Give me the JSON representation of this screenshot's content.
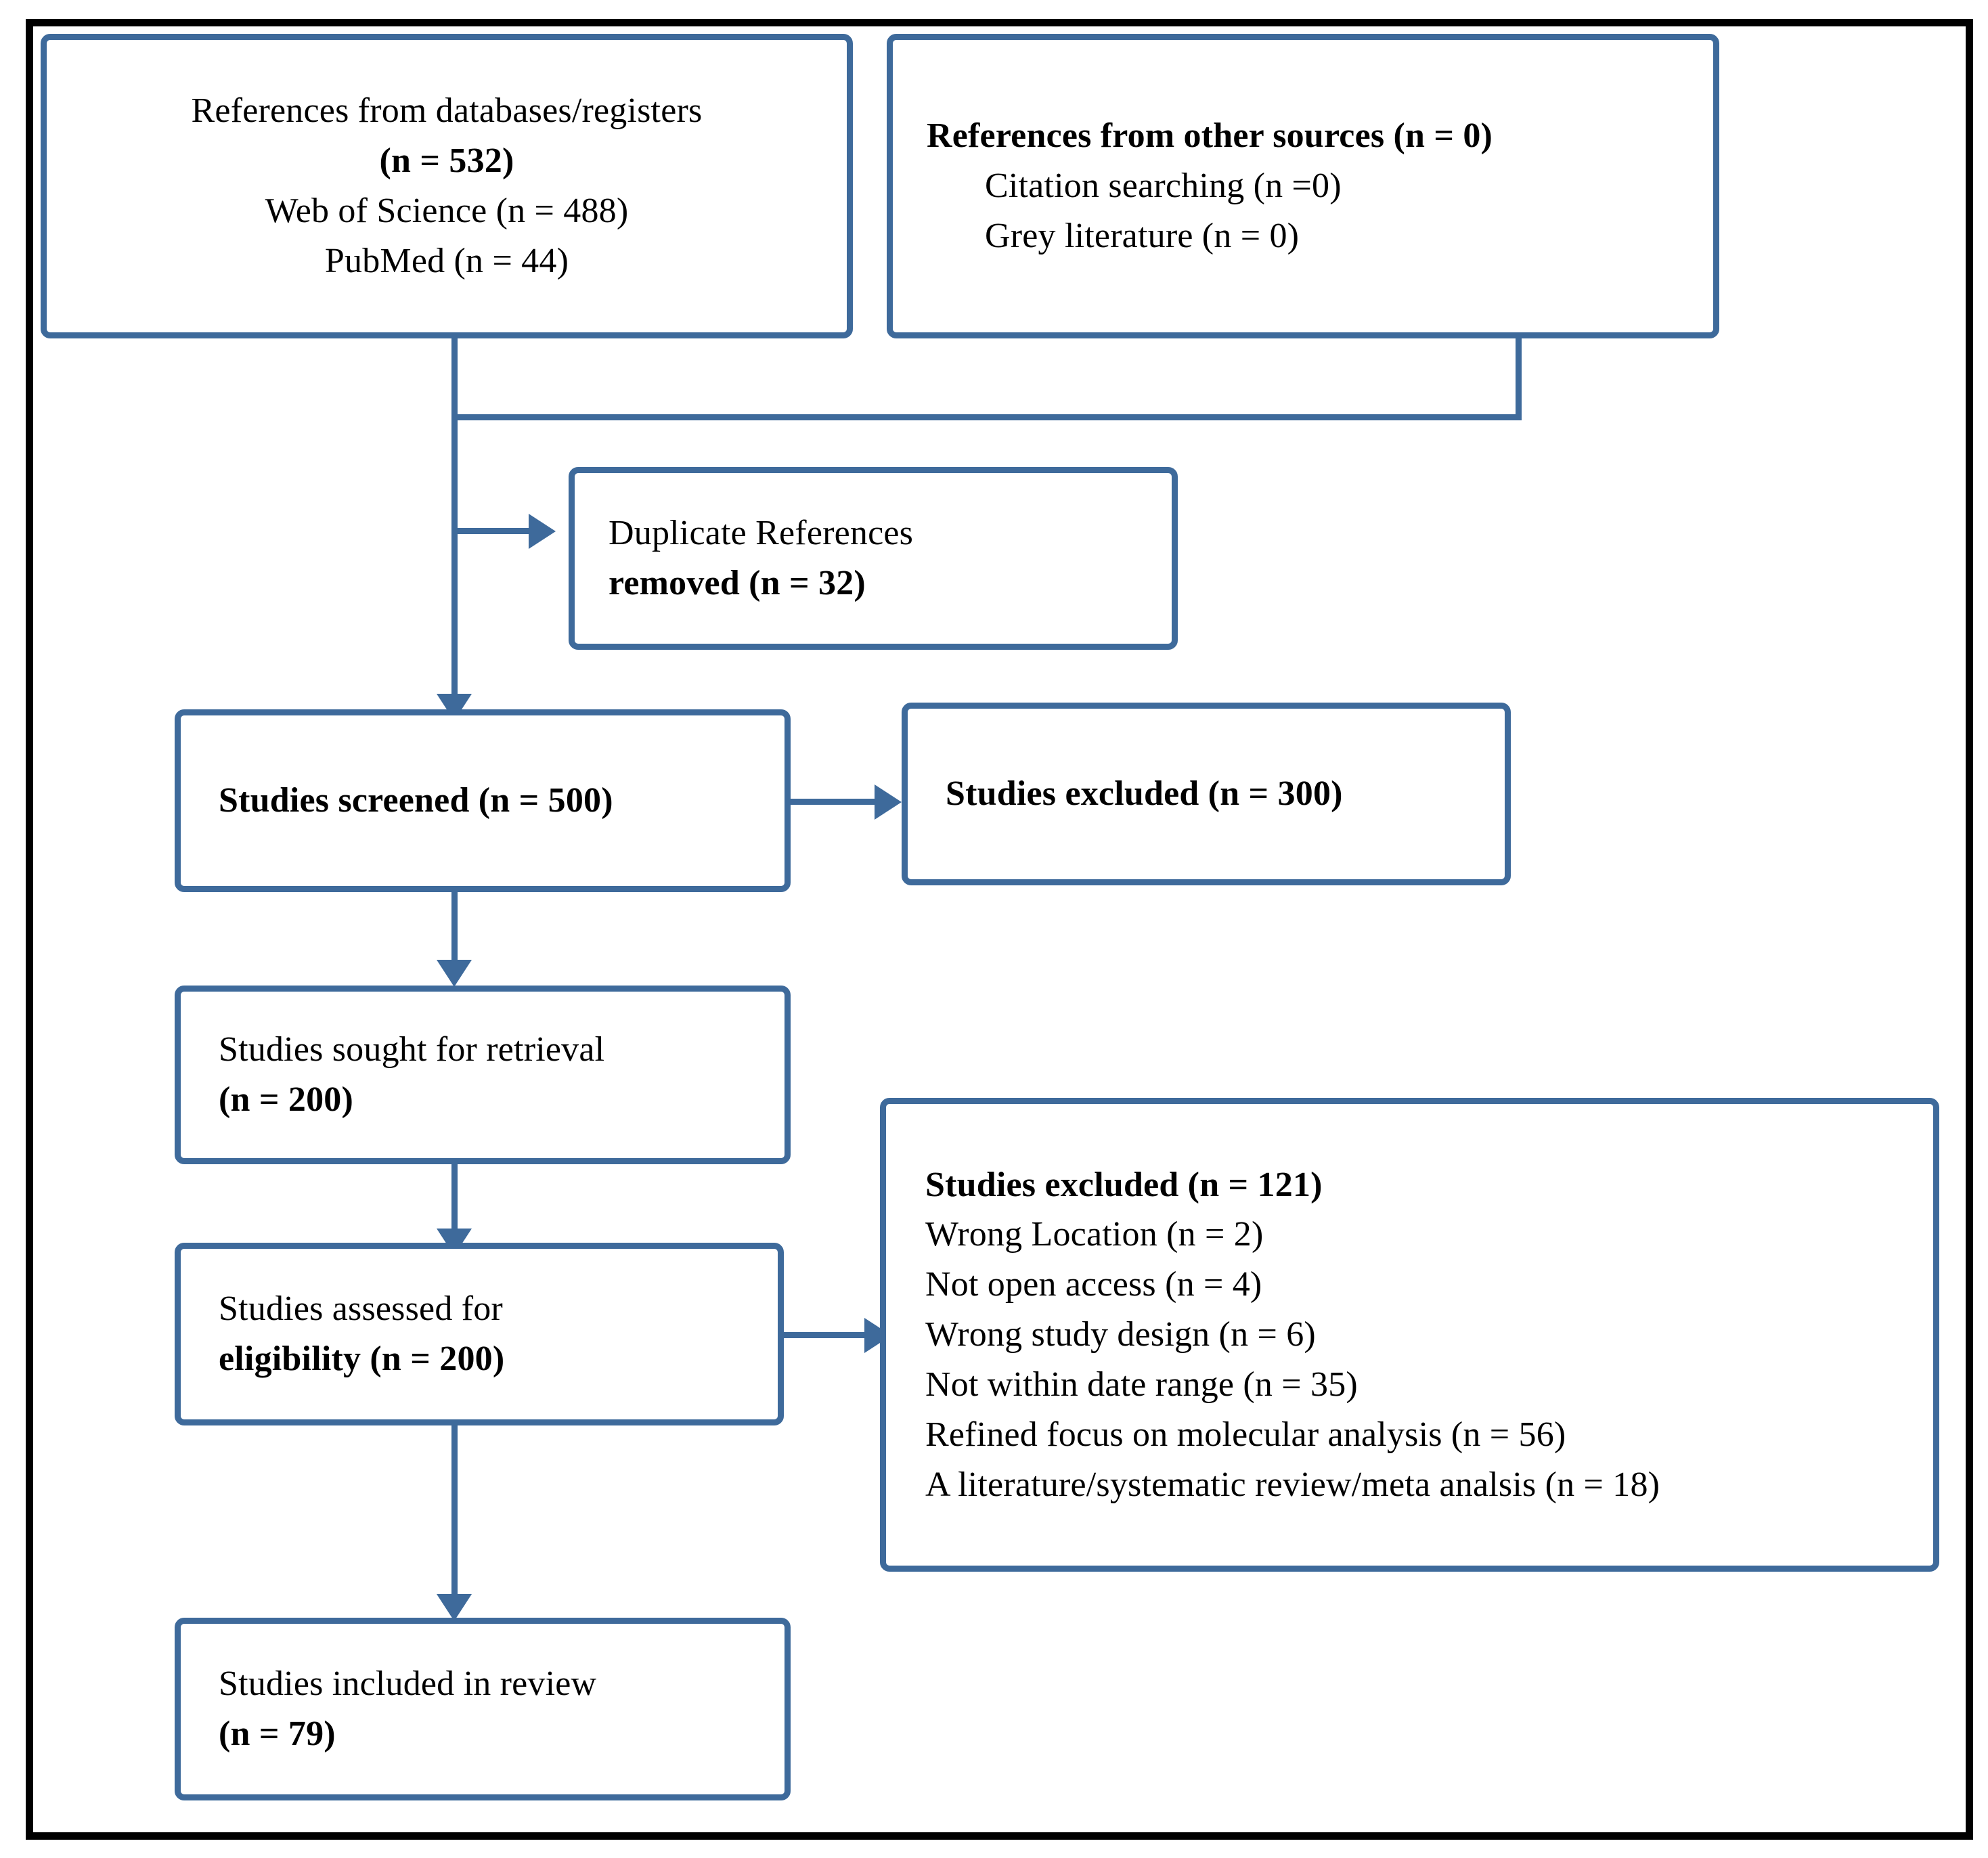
{
  "figure": {
    "type": "prisma-flow-diagram",
    "border_color": "#000000",
    "node_border_color": "#3E6A9B",
    "connector_color": "#3E6A9B",
    "text_color": "#000000"
  },
  "nodes": {
    "databases": {
      "name": "references-from-databases",
      "lines": [
        {
          "text": "References from databases/registers",
          "bold": false
        },
        {
          "text": "(n = 532)",
          "bold": true
        },
        {
          "text": "Web of Science (n = 488)",
          "bold": false
        },
        {
          "text": "PubMed (n = 44)",
          "bold": false
        }
      ]
    },
    "other_sources": {
      "name": "references-from-other-sources",
      "lines": [
        {
          "text": "References from other sources (n = 0)",
          "bold": false,
          "indent": false
        },
        {
          "text": "Citation searching (n =0)",
          "bold": false,
          "indent": true
        },
        {
          "text": "Grey literature (n = 0)",
          "bold": false,
          "indent": true
        }
      ]
    },
    "duplicates": {
      "name": "duplicate-references-removed",
      "lines": [
        {
          "text": "Duplicate References",
          "bold": false
        },
        {
          "text": "removed (n = 32)",
          "bold": false
        }
      ]
    },
    "screened": {
      "name": "studies-screened",
      "lines": [
        {
          "text": "Studies screened (n = 500)",
          "bold": false
        }
      ]
    },
    "screen_excluded": {
      "name": "studies-excluded-screening",
      "lines": [
        {
          "text": "Studies excluded (n = 300)",
          "bold": false
        }
      ]
    },
    "sought": {
      "name": "studies-sought-for-retrieval",
      "lines": [
        {
          "text": "Studies sought for retrieval",
          "bold": false
        },
        {
          "text": "(n = 200)",
          "bold": false
        }
      ]
    },
    "assessed": {
      "name": "studies-assessed-for-eligibility",
      "lines": [
        {
          "text": "Studies assessed for",
          "bold": false
        },
        {
          "text": "eligibility (n = 200)",
          "bold": false
        }
      ]
    },
    "eligibility_excluded": {
      "name": "studies-excluded-eligibility",
      "lines": [
        {
          "text": "Studies excluded (n = 121)",
          "bold": false
        },
        {
          "text": "Wrong Location (n = 2)",
          "bold": false
        },
        {
          "text": "Not open access (n = 4)",
          "bold": false
        },
        {
          "text": "Wrong study design (n = 6)",
          "bold": false
        },
        {
          "text": "Not within date range (n = 35)",
          "bold": false
        },
        {
          "text": "Refined focus on molecular analysis (n = 56)",
          "bold": false
        },
        {
          "text": "A literature/systematic review/meta analsis (n = 18)",
          "bold": false
        }
      ]
    },
    "included": {
      "name": "studies-included-in-review",
      "lines": [
        {
          "text": "Studies included in review",
          "bold": false
        },
        {
          "text": "(n = 79)",
          "bold": false
        }
      ]
    }
  },
  "counts": {
    "databases_total": 532,
    "web_of_science": 488,
    "pubmed": 44,
    "other_sources_total": 0,
    "citation_searching": 0,
    "grey_literature": 0,
    "duplicates_removed": 32,
    "screened": 500,
    "excluded_screening": 300,
    "sought_for_retrieval": 200,
    "assessed_for_eligibility": 200,
    "excluded_eligibility": 121,
    "wrong_location": 2,
    "not_open_access": 4,
    "wrong_study_design": 6,
    "not_within_date_range": 35,
    "refined_focus_molecular": 56,
    "literature_review": 18,
    "included_in_review": 79
  }
}
